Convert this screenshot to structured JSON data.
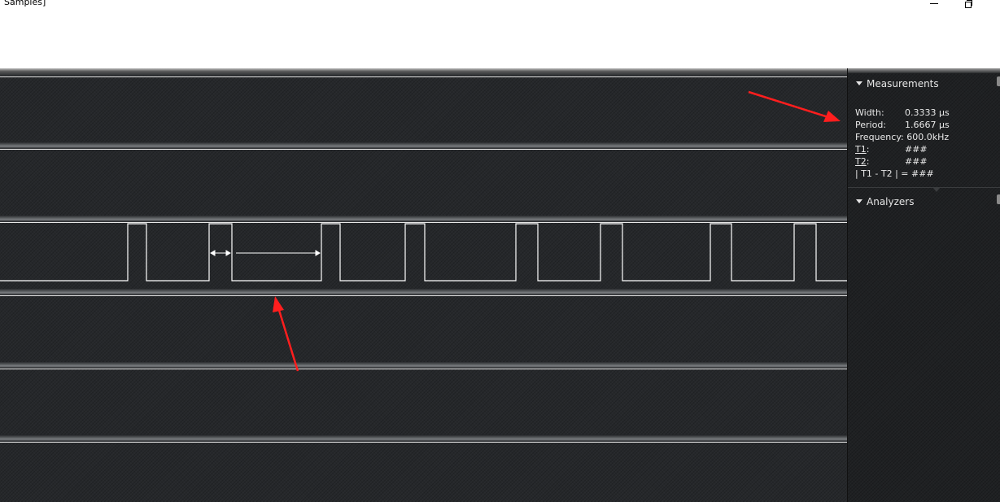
{
  "window": {
    "title": "Samples]"
  },
  "panel": {
    "measurements": {
      "header": "Measurements",
      "rows": [
        {
          "label": "Width:",
          "value": "0.3333 μs"
        },
        {
          "label": "Period:",
          "value": "1.6667 μs"
        },
        {
          "label": "Frequency:",
          "value": "600.0kHz"
        },
        {
          "label": "T1",
          "value": "###"
        },
        {
          "label": "T2",
          "value": "###"
        },
        {
          "label": "| T1 - T2 | =",
          "value": "###"
        }
      ]
    },
    "analyzers": {
      "header": "Analyzers"
    }
  },
  "colors": {
    "waveform_background": "#26282b",
    "panel_background": "#1f2123",
    "signal_trace": "#ffffff",
    "annotation_arrow": "#ff1e1e"
  },
  "icons": {
    "minimize": "minimize-icon",
    "restore": "restore-icon",
    "collapse": "triangle-down-icon"
  }
}
